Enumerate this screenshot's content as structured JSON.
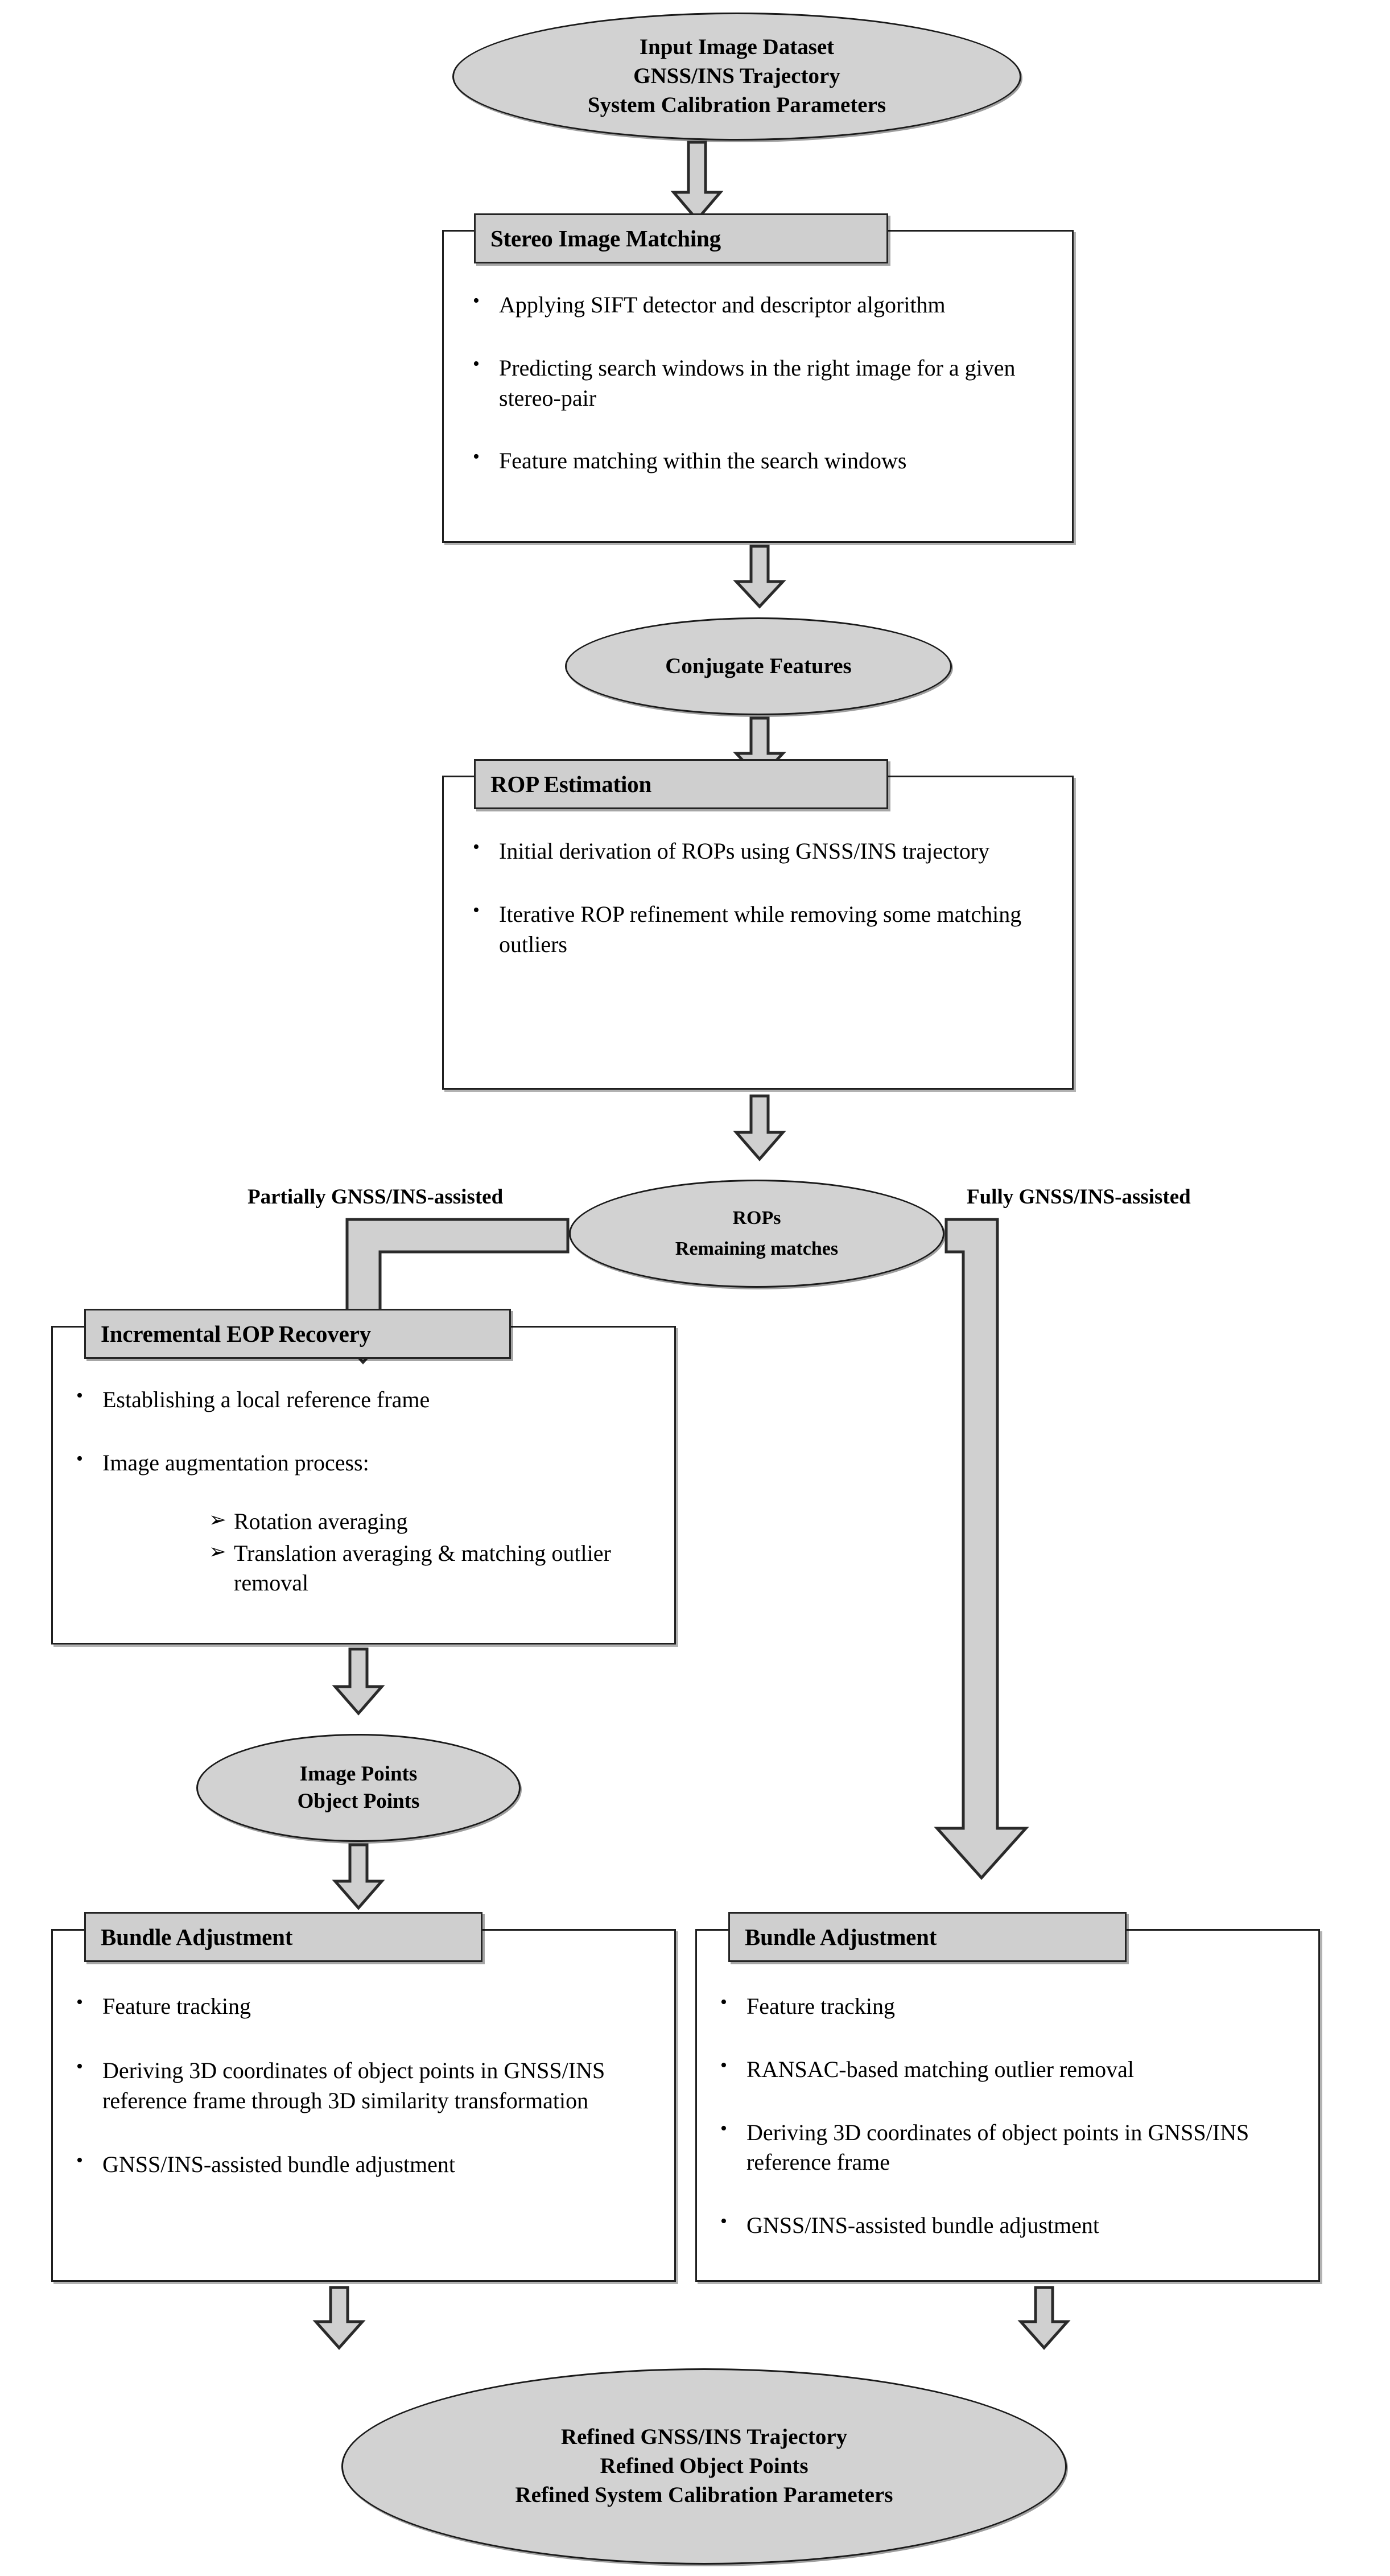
{
  "diagram": {
    "title": "GNSS/INS-assisted photogrammetric processing workflow",
    "colors": {
      "shape_fill": "#d2d2d2",
      "header_fill": "#cfcfcf",
      "box_fill": "#ffffff",
      "outline": "#1f1f1f",
      "arrow_fill": "#d0d0d0",
      "background": "#ffffff"
    }
  },
  "start": {
    "name": "input-terminator",
    "lines": [
      "Input Image Dataset",
      "GNSS/INS Trajectory",
      "System Calibration Parameters"
    ]
  },
  "stereo_matching": {
    "header": "Stereo Image Matching",
    "bullets": [
      "Applying SIFT detector and descriptor algorithm",
      "Predicting search windows in the right image for a given stereo-pair",
      "Feature matching within the search windows"
    ]
  },
  "conjugate_features": {
    "name": "conjugate-features-terminator",
    "lines": [
      "Conjugate Features"
    ]
  },
  "rop_estimation": {
    "header": "ROP Estimation",
    "bullets": [
      "Initial derivation of ROPs using GNSS/INS trajectory",
      "Iterative ROP refinement while removing some matching outliers"
    ]
  },
  "rops_node": {
    "name": "rops-terminator",
    "lines": [
      "ROPs",
      "Remaining matches"
    ]
  },
  "branch_labels": {
    "left": "Partially GNSS/INS-assisted",
    "right": "Fully GNSS/INS-assisted"
  },
  "incremental_eop": {
    "header": "Incremental EOP Recovery",
    "bullets": [
      "Establishing a local reference frame",
      "Image augmentation process:"
    ],
    "sub_bullets": [
      "Rotation averaging",
      "Translation averaging & matching outlier removal"
    ]
  },
  "points_node": {
    "name": "points-terminator",
    "lines": [
      "Image Points",
      "Object Points"
    ]
  },
  "bundle_adjustment_left": {
    "header": "Bundle Adjustment",
    "bullets": [
      "Feature tracking",
      "Deriving 3D coordinates of object points in GNSS/INS reference frame through 3D similarity transformation",
      "GNSS/INS-assisted bundle adjustment"
    ]
  },
  "bundle_adjustment_right": {
    "header": "Bundle Adjustment",
    "bullets": [
      "Feature tracking",
      "RANSAC-based matching outlier removal",
      "Deriving 3D coordinates of object points in GNSS/INS reference frame",
      "GNSS/INS-assisted bundle adjustment"
    ]
  },
  "end": {
    "name": "output-terminator",
    "lines": [
      "Refined GNSS/INS Trajectory",
      "Refined Object Points",
      "Refined System Calibration Parameters"
    ]
  }
}
